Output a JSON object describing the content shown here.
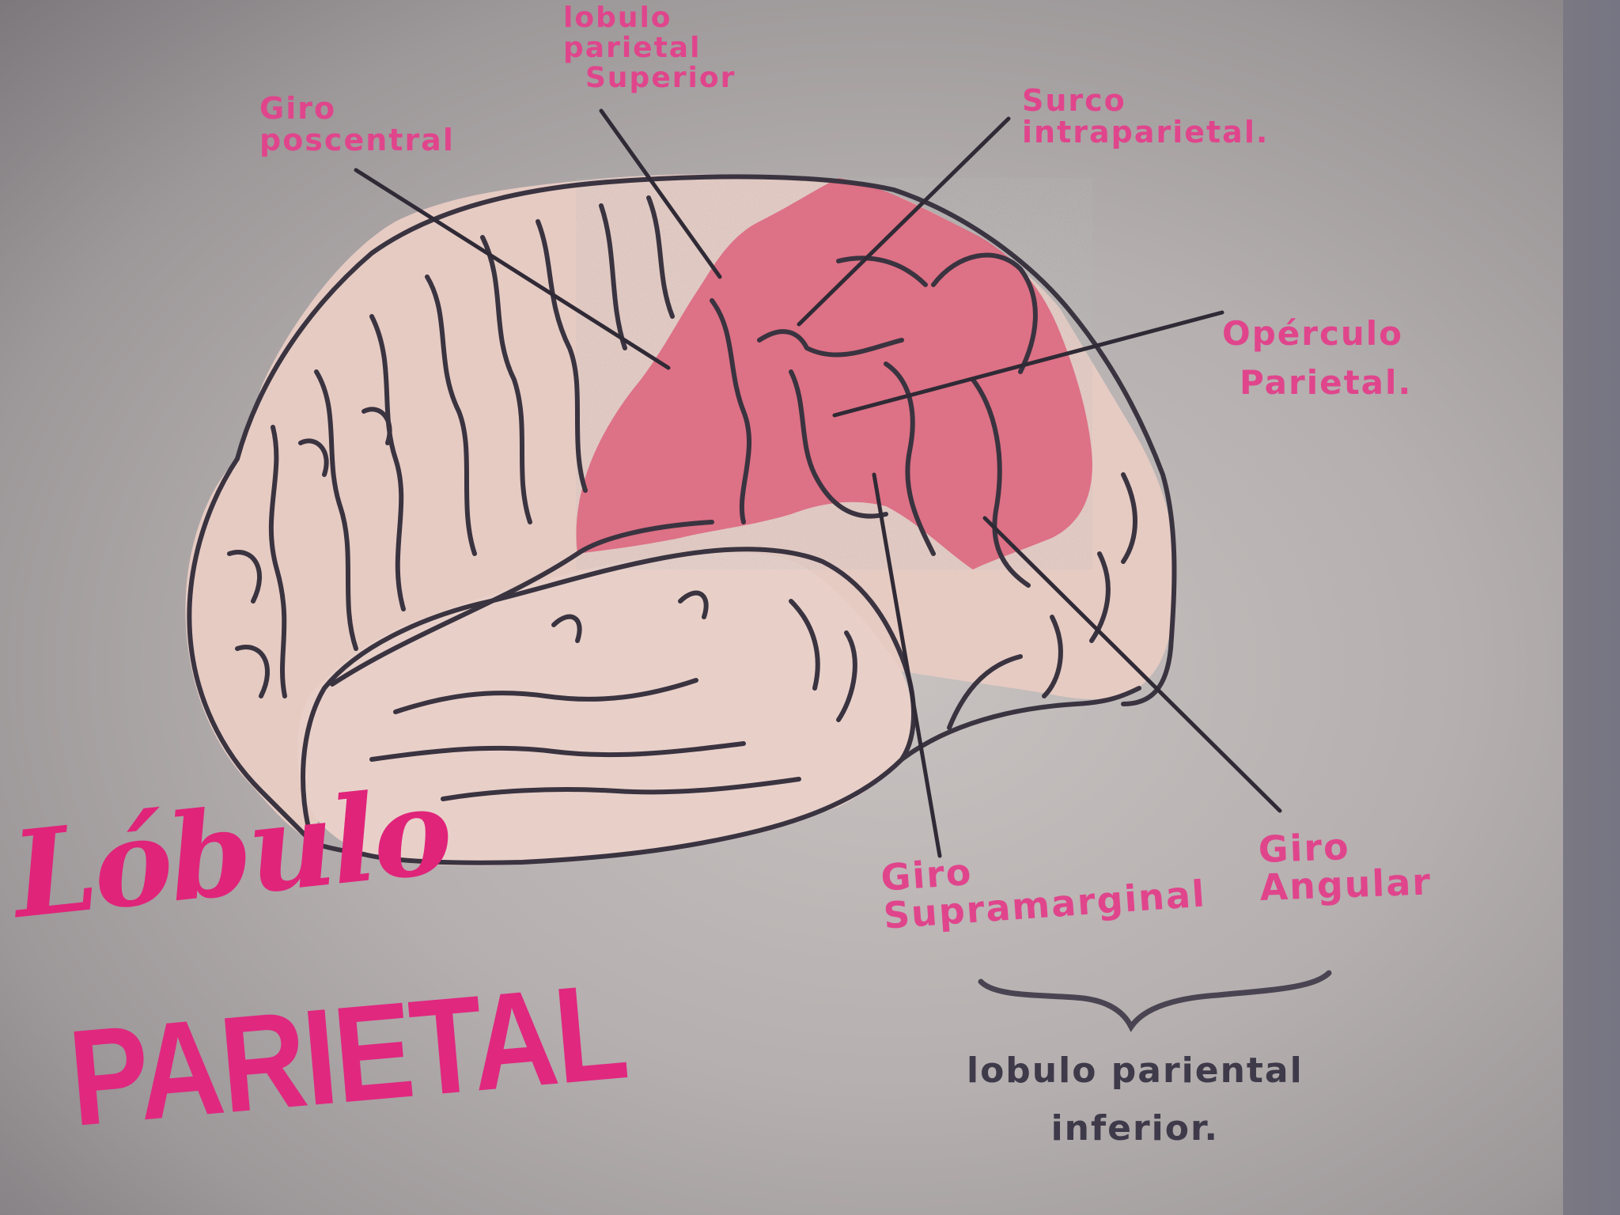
{
  "title": {
    "line1": "Lóbulo",
    "line2": "PARIETAL"
  },
  "labels": {
    "lobulo_parietal_superior": [
      "lobulo",
      "parietal",
      "Superior"
    ],
    "giro_poscentral": [
      "Giro",
      "poscentral"
    ],
    "surco_intraparietal": [
      "Surco",
      "intraparietal."
    ],
    "operculo_parietal": [
      "Opérculo",
      "Parietal."
    ],
    "giro_supramarginal": [
      "Giro",
      "Supramarginal"
    ],
    "giro_angular": [
      "Giro",
      "Angular"
    ],
    "lobulo_parietal_inferior": [
      "lobulo pariental",
      "inferior."
    ]
  },
  "colors": {
    "label_pink": "#e0458c",
    "title_pink": "#e0247a",
    "highlight_region": "#e0788c",
    "brain_fill": "#e8cfc8",
    "outline": "#3a3340",
    "inferior_label_ink": "#3e3a4a",
    "paper": "#c2bcbb",
    "background": "#6f6c72"
  }
}
